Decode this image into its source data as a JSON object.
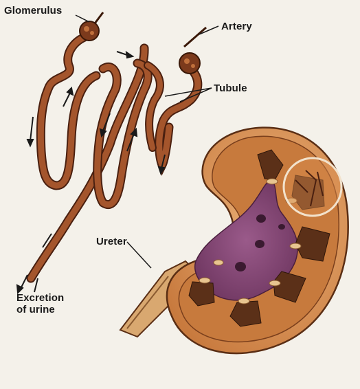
{
  "labels": {
    "glomerulus": "Glomerulus",
    "artery": "Artery",
    "tubule": "Tubule",
    "ureter": "Ureter",
    "excretion_line1": "Excretion",
    "excretion_line2": "of urine"
  },
  "colors": {
    "tubule_fill": "#a4552c",
    "tubule_outline": "#4a2010",
    "kidney_cortex": "#c77a3d",
    "kidney_capsule": "#e3a56a",
    "renal_pelvis": "#8a4a78",
    "pyramid": "#5b3018",
    "background": "#f4f1ea"
  }
}
